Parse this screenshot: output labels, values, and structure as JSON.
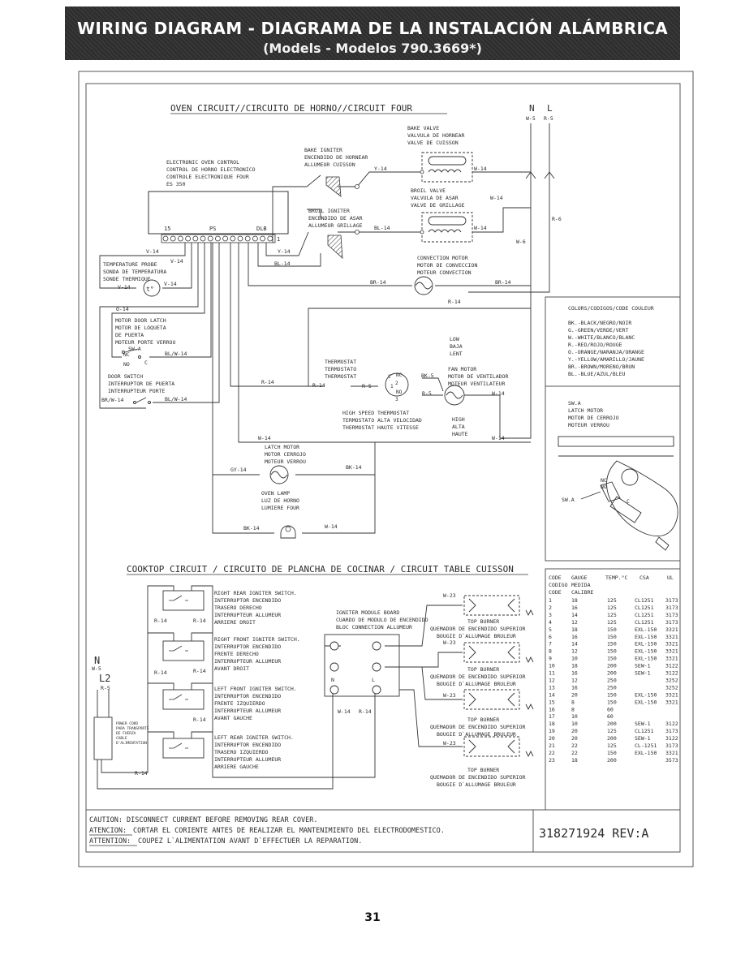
{
  "header": {
    "title": "WIRING DIAGRAM - DIAGRAMA DE LA INSTALACIÓN ALÁMBRICA",
    "subtitle": "(Models - Modelos 790.3669*)"
  },
  "oven": {
    "title": "OVEN CIRCUIT//CIRCUITO DE HORNO//CIRCUIT FOUR",
    "n": "N",
    "l": "L",
    "w5": "W-5",
    "r5": "R-5",
    "eoc": [
      "ELECTRONIC OVEN CONTROL",
      "CONTROL DE HORNO ELECTRONICO",
      "CONTROLE ELECTRONIQUE FOUR",
      "ES 350"
    ],
    "pin15": "15",
    "ps": "PS",
    "dlb": "DLB",
    "pin1": "1",
    "bake_valve": [
      "BAKE VALVE",
      "VALVULA DE HORNEAR",
      "VALVE DE CUISSON"
    ],
    "bake_igniter": [
      "BAKE IGNITER",
      "ENCENDIDO DE HORNEAR",
      "ALLUMEUR CUISSON"
    ],
    "broil_valve": [
      "BROIL VALVE",
      "VALVULA DE ASAR",
      "VALVE DE GRILLAGE"
    ],
    "broil_igniter": [
      "BROIL IGNITER",
      "ENCENDIDO DE ASAR",
      "ALLUMEUR GRILLAGE"
    ],
    "temp_probe": [
      "TEMPERATURE PROBE",
      "SONDA DE TEMPERATURA",
      "SONDE THERMIQUE"
    ],
    "probe_symbol": "t°",
    "conv_motor": [
      "CONVECTION MOTOR",
      "MOTOR DE CONVECCION",
      "MOTEUR CONVECTION"
    ],
    "door_latch": [
      "MOTOR DOOR LATCH",
      "MOTOR DE LOQUETA",
      "DE PUERTA",
      "MOTEUR PORTE VERROU"
    ],
    "door_switch": [
      "DOOR SWITCH",
      "INTERRUPTOR DE PUERTA",
      "INTERRUPTEUR PORTE"
    ],
    "swa": "SW.A",
    "nc": "NC",
    "no": "NO",
    "c": "C",
    "thermostat": [
      "THERMOSTAT",
      "TERMOSTATO",
      "THERMOSTAT"
    ],
    "low": [
      "LOW",
      "BAJA",
      "LENT"
    ],
    "fan_motor": [
      "FAN MOTOR",
      "MOTOR DE VENTILADOR",
      "MOTEUR VENTILATEUR"
    ],
    "hs_thermostat": [
      "HIGH SPEED THERMOSTAT",
      "TERMOSTATO ALTA VELOCIDAD",
      "THERMOSTAT HAUTE VITESSE"
    ],
    "high": [
      "HIGH",
      "ALTA",
      "HAUTE"
    ],
    "latch_motor": [
      "LATCH MOTOR",
      "MOTOR CERROJO",
      "MOTEUR VERROU"
    ],
    "oven_lamp": [
      "OVEN LAMP",
      "LUZ DE HORNO",
      "LUMIERE FOUR"
    ],
    "wires": {
      "y14": "Y-14",
      "w14": "W-14",
      "bl14": "BL-14",
      "v14": "V-14",
      "o14": "O-14",
      "br14": "BR-14",
      "r14": "R-14",
      "r6": "R-6",
      "w6": "W-6",
      "bk5": "BK-5",
      "r5": "R-5",
      "gy14": "GY-14",
      "bk14": "BK-14",
      "blw14": "BL/W-14",
      "brw14": "BR/W-14"
    }
  },
  "colors": {
    "title": "COLORS/CODIGOS/CODE COULEUR",
    "items": [
      "BK.-BLACK/NEGRO/NOIR",
      "G.-GREEN/VERDE/VERT",
      "W.-WHITE/BLANCO/BLANC",
      "R.-RED/ROJO/ROUGE",
      "O.-ORANGE/NARANJA/ORANGE",
      "Y.-YELLOW/AMARILLO/JAUNE",
      "BR.-BROWN/MORENO/BRUN",
      "BL.-BLUE/AZUL/BLEU"
    ]
  },
  "latch_detail": [
    "SW.A",
    "LATCH MOTOR",
    "MOTOR DE CERROJO",
    "MOTEUR VERROU"
  ],
  "cooktop": {
    "title": "COOKTOP CIRCUIT / CIRCUITO DE PLANCHA DE COCINAR / CIRCUIT TABLE CUISSON",
    "right_rear": [
      "RIGHT REAR IGNITER SWITCH.",
      "INTERRUPTOR ENCENDIDO",
      "TRASERO DERECHO",
      "INTERRUPTEUR ALLUMEUR",
      "ARRIERE DROIT"
    ],
    "right_front": [
      "RIGHT FRONT IGNITER SWITCH.",
      "INTERRUPTOR ENCENDIDO",
      "FRENTE DERECHO",
      "INTERRUPTEUR ALLUMEUR",
      "AVANT DROIT"
    ],
    "left_front": [
      "LEFT FRONT IGNITER SWITCH.",
      "INTERRUPTOR ENCENDIDO",
      "FRENTE IZQUIERDO",
      "INTERRUPTEUR ALLUMEUR",
      "AVANT GAUCHE"
    ],
    "left_rear": [
      "LEFT REAR IGNITER SWITCH.",
      "INTERRUPTOR ENCENDIDO",
      "TRASERO IZQUIERDO",
      "INTERRUPTEUR ALLUMEUR",
      "ARRIERE GAUCHE"
    ],
    "module": [
      "IGNITER MODULE BOARD",
      "CUARDO DE MODULO DE ENCENDIDO",
      "BLOC CONNECTION ALLUMEUR"
    ],
    "burner": [
      "TOP BURNER",
      "QUEMADOR DE ENCENDIDO SUPERIOR",
      "BOUGIE D`ALLUMAGE BRULEUR"
    ],
    "power_cord": [
      "POWER CORD",
      "PARA TRANSPORTE",
      "DE FUERZA",
      "CABLE",
      "D'ALIMENTATION"
    ],
    "n": "N",
    "w5": "W-5",
    "l2": "L2",
    "r5": "R-5",
    "r14": "R-14",
    "w23": "W-23",
    "w14": "W-14",
    "n_small": "N",
    "l_small": "L"
  },
  "gauge_table": {
    "headers": [
      [
        "CODE",
        "CODIGO",
        "CODE"
      ],
      [
        "GAUGE",
        "MEDIDA",
        "CALIBRE"
      ],
      [
        "TEMP.°C"
      ],
      [
        "CSA"
      ],
      [
        "UL"
      ]
    ],
    "rows": [
      [
        "1",
        "18",
        "125",
        "CL1251",
        "3173"
      ],
      [
        "2",
        "16",
        "125",
        "CL1251",
        "3173"
      ],
      [
        "3",
        "14",
        "125",
        "CL1251",
        "3173"
      ],
      [
        "4",
        "12",
        "125",
        "CL1251",
        "3173"
      ],
      [
        "5",
        "18",
        "150",
        "EXL-150",
        "3321"
      ],
      [
        "6",
        "16",
        "150",
        "EXL-150",
        "3321"
      ],
      [
        "7",
        "14",
        "150",
        "EXL-150",
        "3321"
      ],
      [
        "8",
        "12",
        "150",
        "EXL-150",
        "3321"
      ],
      [
        "9",
        "10",
        "150",
        "EXL-150",
        "3321"
      ],
      [
        "10",
        "18",
        "200",
        "SEW-1",
        "3122"
      ],
      [
        "11",
        "16",
        "200",
        "SEW-1",
        "3122"
      ],
      [
        "12",
        "12",
        "250",
        "",
        "3252"
      ],
      [
        "13",
        "16",
        "250",
        "",
        "3252"
      ],
      [
        "14",
        "20",
        "150",
        "EXL-150",
        "3321"
      ],
      [
        "15",
        "8",
        "150",
        "EXL-150",
        "3321"
      ],
      [
        "16",
        "8",
        "60",
        "",
        ""
      ],
      [
        "17",
        "10",
        "60",
        "",
        ""
      ],
      [
        "18",
        "10",
        "200",
        "SEW-1",
        "3122"
      ],
      [
        "19",
        "20",
        "125",
        "CL1251",
        "3173"
      ],
      [
        "20",
        "20",
        "200",
        "SEW-1",
        "3122"
      ],
      [
        "21",
        "22",
        "125",
        "CL-1251",
        "3173"
      ],
      [
        "22",
        "22",
        "150",
        "EXL-150",
        "3321"
      ],
      [
        "23",
        "18",
        "200",
        "",
        "3573"
      ]
    ]
  },
  "footer": {
    "caution": "CAUTION: DISCONNECT CURRENT BEFORE REMOVING REAR COVER.",
    "atencion_label": "ATENCION:",
    "atencion": "CORTAR EL CORIENTE ANTES DE REALIZAR EL MANTENIMIENTO DEL ELECTRODOMESTICO.",
    "attention_label": "ATTENTION:",
    "attention": "COUPEZ L`ALIMENTATION AVANT D`EFFECTUER LA REPARATION.",
    "part_number": "318271924 REV:A"
  },
  "page_number": "31"
}
